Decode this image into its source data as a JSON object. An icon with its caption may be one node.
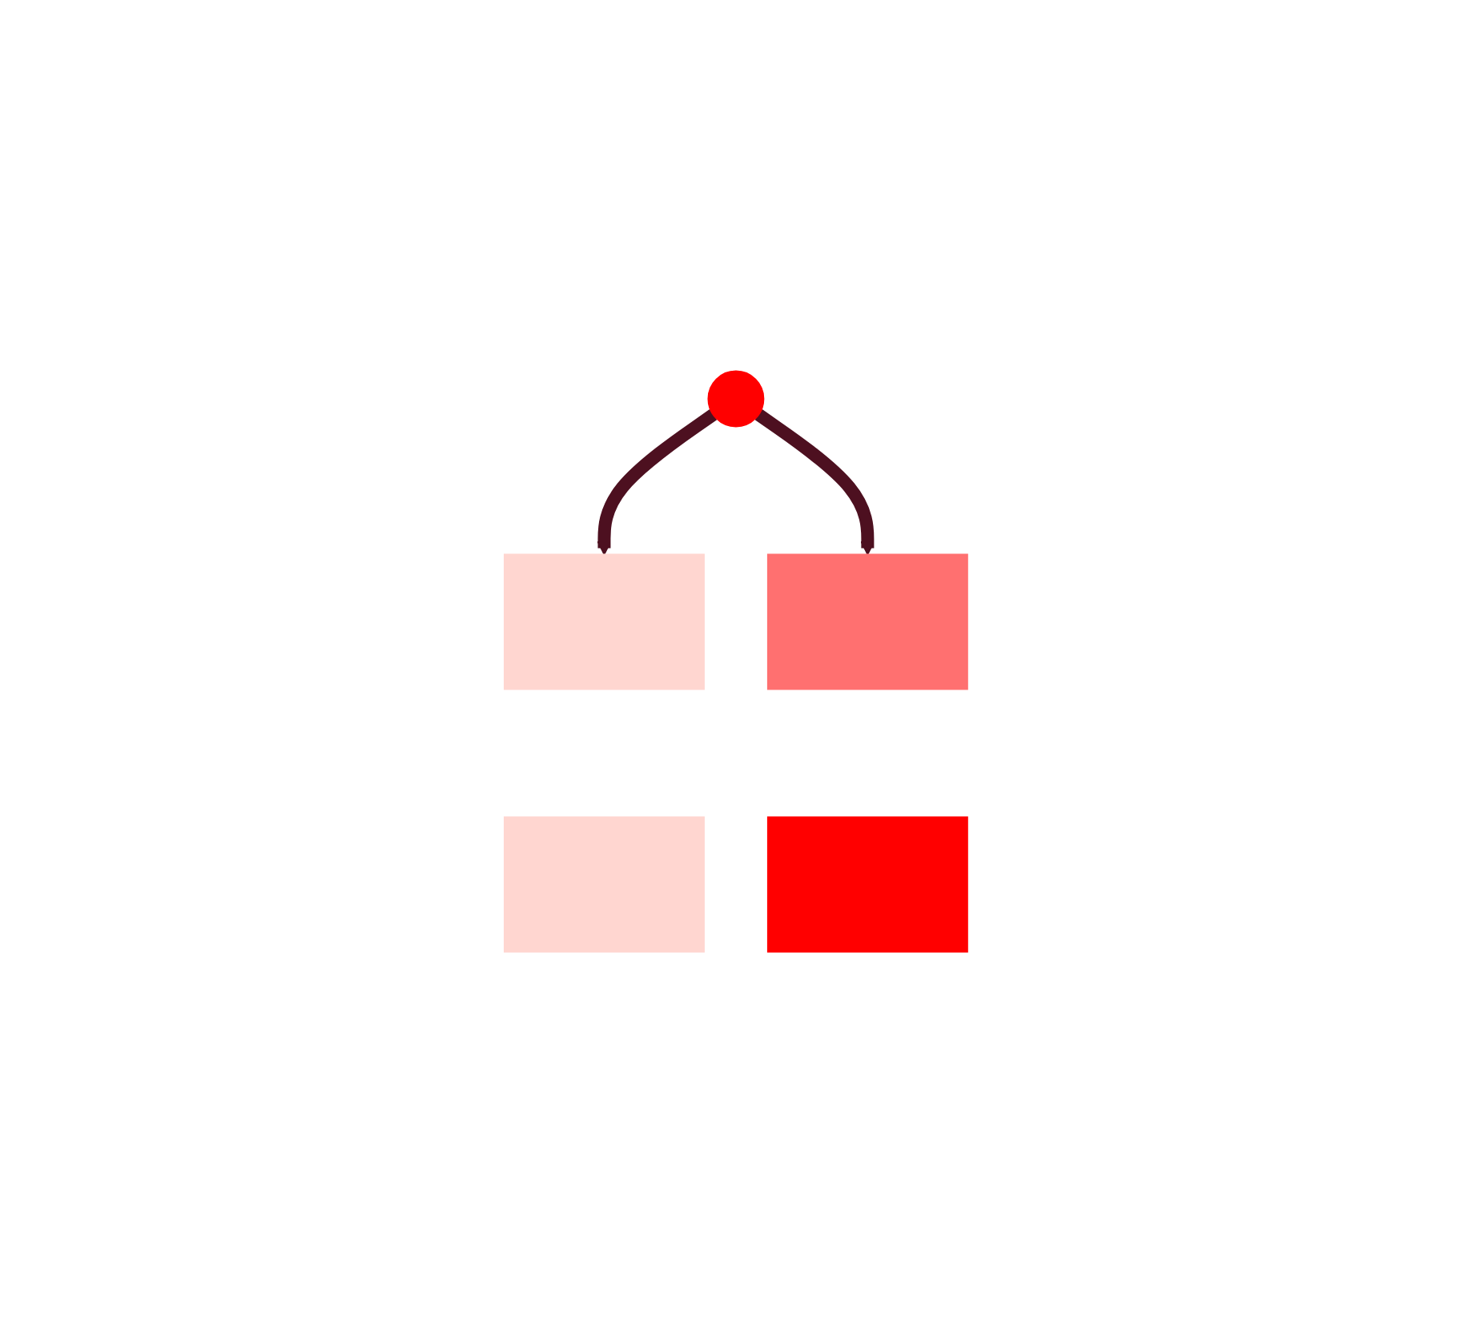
{
  "diagram": {
    "nodes": [
      {
        "text": [],
        "shape": "circle"
      },
      {
        "text": [],
        "shape": "box"
      },
      {
        "text": [],
        "shape": "box"
      },
      {
        "text": [],
        "shape": "box"
      },
      {
        "text": [],
        "shape": "box"
      }
    ],
    "edges": [
      {
        "from": 0,
        "to": 1,
        "arrow": "to"
      },
      {
        "from": 0,
        "to": 3,
        "arrow": "to"
      }
    ]
  }
}
